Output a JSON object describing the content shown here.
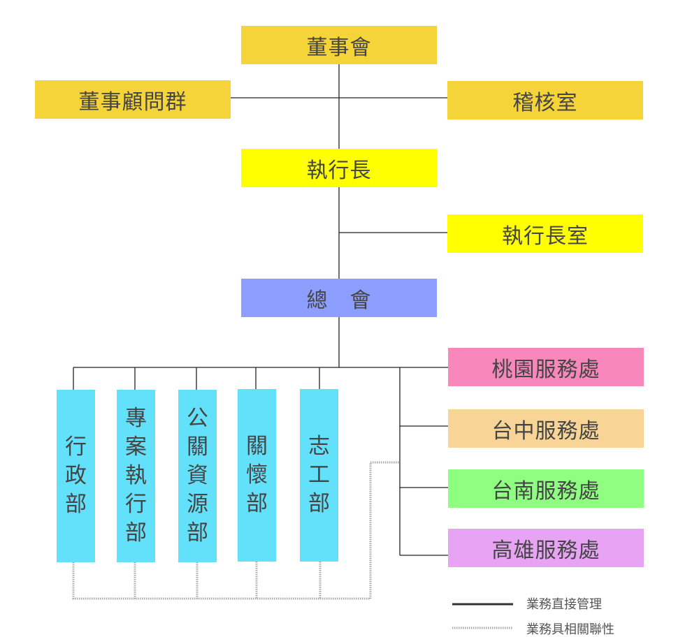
{
  "colors": {
    "board": "#f5d43a",
    "ceo": "#ffff00",
    "hq": "#8c9eff",
    "departments": "#64e1fa",
    "taoyuan": "#f887bb",
    "taichung": "#f8d596",
    "tainan": "#8eff80",
    "kaohsiung": "#e8a3f5"
  },
  "nodes": {
    "board": "董事會",
    "advisors": "董事顧問群",
    "audit": "稽核室",
    "ceo": "執行長",
    "ceo_office": "執行長室",
    "hq": "總　會",
    "taoyuan": "桃園服務處",
    "taichung": "台中服務處",
    "tainan": "台南服務處",
    "kaohsiung": "高雄服務處"
  },
  "departments": [
    "行政部",
    "專案執行部",
    "公關資源部",
    "關懷部",
    "志工部"
  ],
  "legend": {
    "direct": "業務直接管理",
    "related": "業務具相關聯性"
  }
}
